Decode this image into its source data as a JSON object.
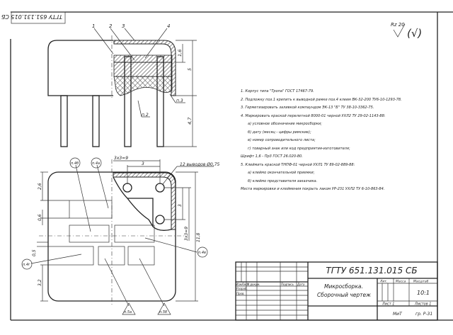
{
  "stamp_code": "ТГТУ 651.131.015 СБ",
  "roughness": {
    "symbol": "Rz 20",
    "general": "(√)"
  },
  "side_view": {
    "leaders": [
      "1",
      "2",
      "3",
      "4"
    ],
    "dimensions": [
      "1,6",
      "5",
      "4,7"
    ],
    "callouts": [
      "п.3",
      "п.2"
    ]
  },
  "plan_view": {
    "dimensions": [
      "3х3=9",
      "3",
      "12 выводов Ø0,75",
      "2,6",
      "0,6",
      "0,5",
      "3,2",
      "3",
      "3х3=9",
      "11,8"
    ],
    "callouts": [
      "п.4б",
      "п.4а",
      "п.4в",
      "п.4г",
      "п.5а",
      "п.5б"
    ]
  },
  "notes": [
    {
      "text": "1. Корпус типа \"Тропа\" ГОСТ 17467-79.",
      "indent": false
    },
    {
      "text": "2. Подложку поз.1 крепить к выводной рамке поз.4 клеем ВК-32-200 ТУ6-10-1293-78.",
      "indent": false
    },
    {
      "text": "3. Герметизировать заливкой компаундом ЭК-13 \"Б\" ТУ 38-10-3362-75.",
      "indent": false
    },
    {
      "text": "4. Маркировать краской перелетной 8000-01 черной УХЛ2 ТУ 29-02-1143-88:",
      "indent": false
    },
    {
      "text": "а) условное обозначение микросборки;",
      "indent": true
    },
    {
      "text": "б) дату (месяц - цифры римские);",
      "indent": true
    },
    {
      "text": "в) номер сопроводительного листа;",
      "indent": true
    },
    {
      "text": "г) товарный знак или код предприятия-изготовителя;",
      "indent": true
    },
    {
      "text": "Шрифт 1,6 - Пр3 ГОСТ 26.020-80.",
      "indent": false
    },
    {
      "text": "5. Клеймить краской ТНПФ-01 черной УХЛ1 ТУ 89-02-889-88:",
      "indent": false
    },
    {
      "text": "а) клеймо окончательной приемки;",
      "indent": true
    },
    {
      "text": "б) клеймо представителя заказчика.",
      "indent": true
    },
    {
      "text": "Места маркировки и клеймения покрыть лаком УР-231 УХЛ2 ТУ 6-10-863-84.",
      "indent": false
    }
  ],
  "title_block": {
    "designation": "ТГТУ 651.131.015 СБ",
    "name_line1": "Микросборка.",
    "name_line2": "Сборочный чертеж",
    "col_headers": [
      "Изм",
      "Лист",
      "N докум.",
      "Подпись",
      "Дата"
    ],
    "roles": [
      "Разраб.",
      "Пров."
    ],
    "lit_label": "Лит.",
    "mass_label": "Масса",
    "scale_label": "Масштаб",
    "scale_value": "10:1",
    "sheet": "Лист 1",
    "sheets": "Листов 1",
    "org": "МиТ",
    "group": "гр. Р-31"
  }
}
